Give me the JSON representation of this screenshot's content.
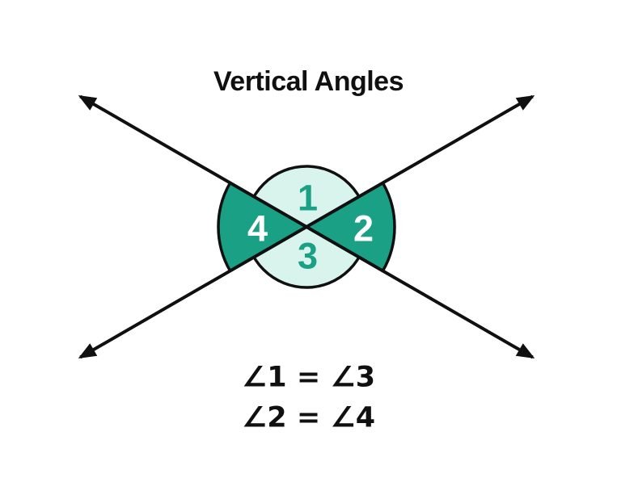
{
  "title": "Vertical Angles",
  "diagram": {
    "angle_labels": {
      "angle1": "1",
      "angle2": "2",
      "angle3": "3",
      "angle4": "4"
    }
  },
  "equations": {
    "line1": "∠1 = ∠3",
    "line2": "∠2 = ∠4"
  },
  "colors": {
    "teal": "#1aa185",
    "mint": "#d9f4ec",
    "ink": "#101010",
    "paper": "#ffffff",
    "label": "#ffffff"
  }
}
